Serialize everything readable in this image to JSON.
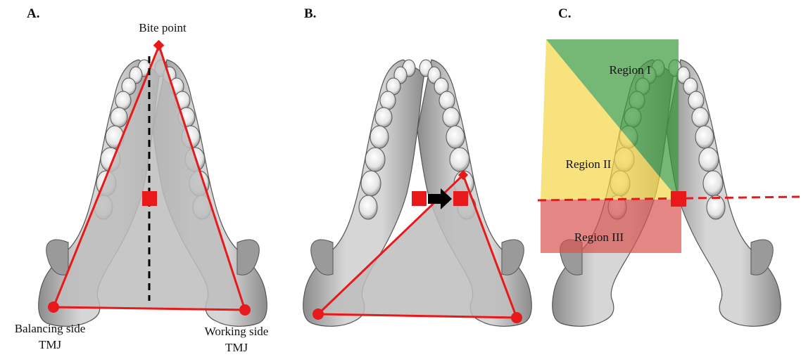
{
  "panels": [
    {
      "id": "A",
      "label": "A.",
      "annotations": {
        "bite_point": "Bite point",
        "balancing_side_line1": "Balancing side",
        "balancing_side_line2": "TMJ",
        "working_side_line1": "Working side",
        "working_side_line2": "TMJ"
      }
    },
    {
      "id": "B",
      "label": "B."
    },
    {
      "id": "C",
      "label": "C.",
      "regions": [
        {
          "name": "Region I",
          "color": "#3a9a3a"
        },
        {
          "name": "Region II",
          "color": "#f5d547"
        },
        {
          "name": "Region III",
          "color": "#d9534f"
        }
      ]
    }
  ],
  "colors": {
    "marker_red": "#e8191a",
    "triangle_fill": "#bdbdbd",
    "bone_light": "#e6e6e6",
    "bone_dark": "#7a7a7a",
    "arrow": "#000000"
  }
}
